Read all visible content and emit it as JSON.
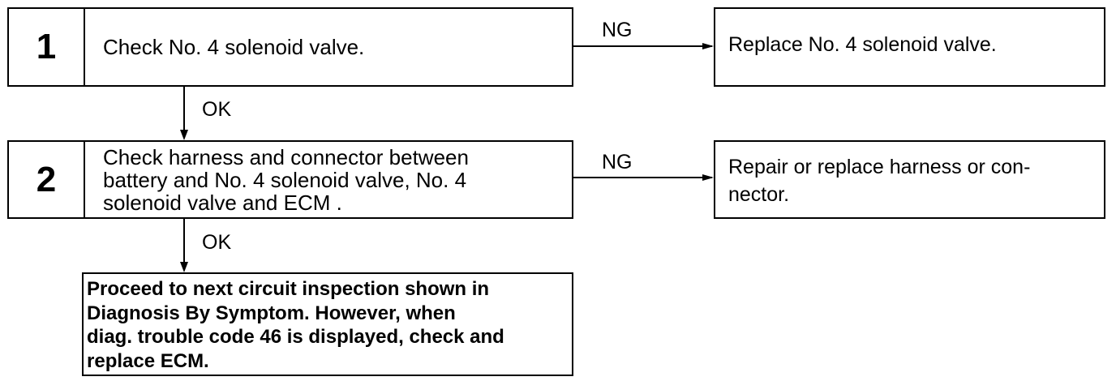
{
  "steps": [
    {
      "number": "1",
      "text": "Check No. 4 solenoid valve."
    },
    {
      "number": "2",
      "lines": [
        "Check harness and connector between",
        "battery and No. 4 solenoid valve, No. 4",
        "solenoid valve and ECM ."
      ]
    }
  ],
  "results": [
    {
      "text": "Replace No. 4 solenoid valve."
    },
    {
      "lines": [
        "Repair or replace harness or con-",
        "nector."
      ]
    }
  ],
  "labels": {
    "ng1": "NG",
    "ok1": "OK",
    "ng2": "NG",
    "ok2": "OK"
  },
  "final": {
    "lines": [
      "Proceed to next circuit inspection shown in",
      "Diagnosis By Symptom. However, when",
      "diag. trouble code 46 is displayed, check and",
      "replace ECM."
    ]
  }
}
